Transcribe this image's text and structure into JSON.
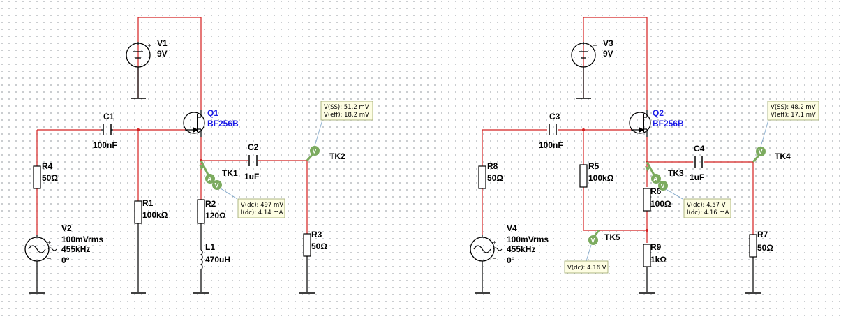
{
  "circuit_left": {
    "supply": {
      "name": "V1",
      "value": "9V"
    },
    "transistor": {
      "name": "Q1",
      "model": "BF256B"
    },
    "source": {
      "name": "V2",
      "amplitude": "100mVrms",
      "frequency": "455kHz",
      "phase": "0°"
    },
    "capacitors": [
      {
        "name": "C1",
        "value": "100nF"
      },
      {
        "name": "C2",
        "value": "1uF"
      }
    ],
    "resistors": [
      {
        "name": "R4",
        "value": "50Ω"
      },
      {
        "name": "R1",
        "value": "100kΩ"
      },
      {
        "name": "R2",
        "value": "120Ω"
      },
      {
        "name": "R3",
        "value": "50Ω"
      }
    ],
    "inductor": {
      "name": "L1",
      "value": "470uH"
    },
    "probes": [
      {
        "name": "TK1",
        "type": "A",
        "readings": [
          "V(dc): 497 mV",
          "I(dc): 4.14 mA"
        ]
      },
      {
        "name": "TK2",
        "type": "V",
        "readings": [
          "V(SS): 51.2 mV",
          "V(eff): 18.2 mV"
        ]
      }
    ]
  },
  "circuit_right": {
    "supply": {
      "name": "V3",
      "value": "9V"
    },
    "transistor": {
      "name": "Q2",
      "model": "BF256B"
    },
    "source": {
      "name": "V4",
      "amplitude": "100mVrms",
      "frequency": "455kHz",
      "phase": "0°"
    },
    "capacitors": [
      {
        "name": "C3",
        "value": "100nF"
      },
      {
        "name": "C4",
        "value": "1uF"
      }
    ],
    "resistors": [
      {
        "name": "R8",
        "value": "50Ω"
      },
      {
        "name": "R5",
        "value": "100kΩ"
      },
      {
        "name": "R6",
        "value": "100Ω"
      },
      {
        "name": "R9",
        "value": "1kΩ"
      },
      {
        "name": "R7",
        "value": "50Ω"
      }
    ],
    "probes": [
      {
        "name": "TK3",
        "type": "A",
        "readings": [
          "V(dc): 4.57 V",
          "I(dc): 4.16 mA"
        ]
      },
      {
        "name": "TK4",
        "type": "V",
        "readings": [
          "V(SS): 48.2 mV",
          "V(eff): 17.1 mV"
        ]
      },
      {
        "name": "TK5",
        "type": "V",
        "readings": [
          "V(dc): 4.16 V"
        ]
      }
    ]
  },
  "colors": {
    "wire": "#d42020",
    "component": "#000000",
    "blue_label": "#1a1ae6",
    "probe_green": "#7cab5f",
    "box_fill": "#fdfde2",
    "box_border": "#9aa66a"
  }
}
